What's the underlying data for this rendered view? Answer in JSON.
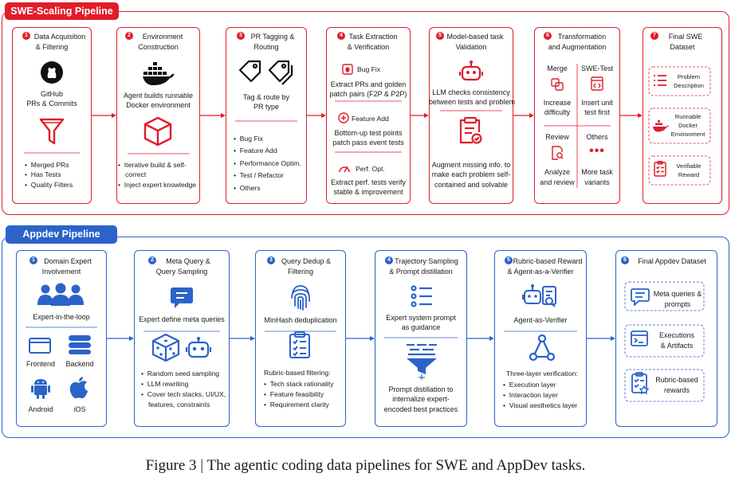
{
  "swe": {
    "title": "SWE-Scaling Pipeline",
    "accent": "#e11d2a",
    "stages": [
      {
        "num": "1",
        "title": [
          "Data Acquisition",
          "& Filtering"
        ],
        "icon_label": [
          "GitHub",
          "PRs & Commits"
        ],
        "bullets": [
          "Merged PRs",
          "Has Tests",
          "Quality Filters"
        ]
      },
      {
        "num": "2",
        "title": [
          "Environment",
          "Construction"
        ],
        "desc": [
          "Agent builds runnable",
          "Docker environment"
        ],
        "bullets": [
          "Iterative build & self-",
          "correct",
          "Inject expert knowledge"
        ]
      },
      {
        "num": "3",
        "title": [
          "PR Tagging &",
          "Routing"
        ],
        "desc": [
          "Tag & route by",
          "PR type"
        ],
        "bullets": [
          "Bug Fix",
          "Feature Add",
          "Performance Optim.",
          "Test / Refactor",
          "Others"
        ]
      },
      {
        "num": "4",
        "title": [
          "Task Extraction",
          "& Verification"
        ],
        "items": [
          {
            "label": "Bug Fix",
            "desc": [
              "Extract PRs and golden",
              "patch pairs (F2P & P2P)"
            ]
          },
          {
            "label": "Feature Add",
            "desc": [
              "Bottom-up test points",
              "patch pass event tests"
            ]
          },
          {
            "label": "Perf. Opt.",
            "desc": [
              "Extract perf. tests verify",
              "stable & improvement"
            ]
          }
        ]
      },
      {
        "num": "5",
        "title": [
          "Model-based task",
          "Validation"
        ],
        "desc": [
          "LLM checks consistency",
          "between tests and problem"
        ],
        "desc2": [
          "Augment missing info. to",
          "make each problem self-",
          "contained and solvable"
        ]
      },
      {
        "num": "6",
        "title": [
          "Transformation",
          "and Augmentation"
        ],
        "cells": [
          {
            "label": "Merge",
            "desc": [
              "Increase",
              "difficulty"
            ]
          },
          {
            "label": "SWE-Test",
            "desc": [
              "Insert unit",
              "test first"
            ]
          },
          {
            "label": "Review",
            "desc": [
              "Analyze",
              "and review"
            ]
          },
          {
            "label": "Others",
            "desc": [
              "More task",
              "variants"
            ]
          }
        ]
      },
      {
        "num": "7",
        "title": [
          "Final SWE",
          "Dataset"
        ],
        "items": [
          [
            "Problem",
            "Description"
          ],
          [
            "Runnable",
            "Docker",
            "Environment"
          ],
          [
            "Verifiable",
            "Reward"
          ]
        ]
      }
    ]
  },
  "app": {
    "title": "Appdev Pipeline",
    "accent": "#2b63c9",
    "stages": [
      {
        "num": "1",
        "title": [
          "Domain Expert",
          "Involvement"
        ],
        "label": "Expert-in-the-loop",
        "platforms": [
          "Frontend",
          "Backend",
          "Android",
          "iOS"
        ]
      },
      {
        "num": "2",
        "title": [
          "Meta Query &",
          "Query Sampling"
        ],
        "desc": "Expert define meta queries",
        "bullets": [
          "Random seed sampling",
          "LLM rewriting",
          "Cover tech stacks, UI/UX,",
          "features, constraints"
        ]
      },
      {
        "num": "3",
        "title": [
          "Query Dedup &",
          "Filtering"
        ],
        "desc": "MinHash deduplication",
        "sub": "Rubric-based filtering:",
        "bullets": [
          "Tech stack rationality",
          "Feature feasibility",
          "Requirement clarity"
        ]
      },
      {
        "num": "4",
        "title": [
          "Trajectory Sampling",
          "& Prompt distillation"
        ],
        "desc": [
          "Expert system prompt",
          "as guidance"
        ],
        "desc2": [
          "Prompt distillation to",
          "internalize expert-",
          "encoded best practices"
        ]
      },
      {
        "num": "5",
        "title": [
          "Rubric-based Reward",
          "& Agent-as-a-Verifier"
        ],
        "desc": "Agent-as-Verifier",
        "sub": "Three-layer verification:",
        "bullets": [
          "Execution layer",
          "Interaction layer",
          "Visual aesthetics layer"
        ]
      },
      {
        "num": "6",
        "title": [
          "Final Appdev Dataset"
        ],
        "items": [
          [
            "Meta queries &",
            "prompts"
          ],
          [
            "Executions",
            "& Artifacts"
          ],
          [
            "Rubric-based",
            "rewards"
          ]
        ]
      }
    ]
  },
  "caption": "Figure 3 | The agentic coding data pipelines for SWE and AppDev tasks."
}
